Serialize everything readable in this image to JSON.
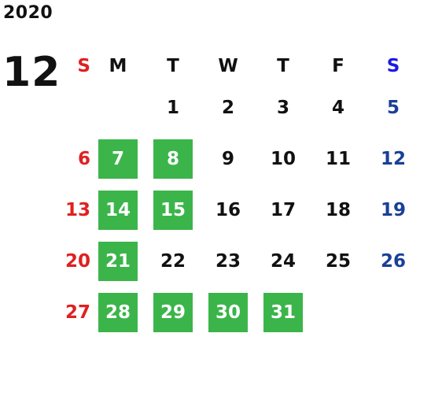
{
  "year": "2020",
  "month": "12",
  "weekdays": [
    "S",
    "M",
    "T",
    "W",
    "T",
    "F",
    "S"
  ],
  "weeks": [
    [
      "",
      "",
      "1",
      "2",
      "3",
      "4",
      "5"
    ],
    [
      "6",
      "7",
      "8",
      "9",
      "10",
      "11",
      "12"
    ],
    [
      "13",
      "14",
      "15",
      "16",
      "17",
      "18",
      "19"
    ],
    [
      "20",
      "21",
      "22",
      "23",
      "24",
      "25",
      "26"
    ],
    [
      "27",
      "28",
      "29",
      "30",
      "31",
      "",
      ""
    ]
  ],
  "highlighted_days": [
    "7",
    "8",
    "14",
    "15",
    "21",
    "28",
    "29",
    "30",
    "31"
  ],
  "colors": {
    "sunday": "#e02020",
    "saturday": "#1a3f99",
    "saturday_header": "#1a1ae8",
    "highlight": "#3bb54a",
    "text": "#111111"
  }
}
